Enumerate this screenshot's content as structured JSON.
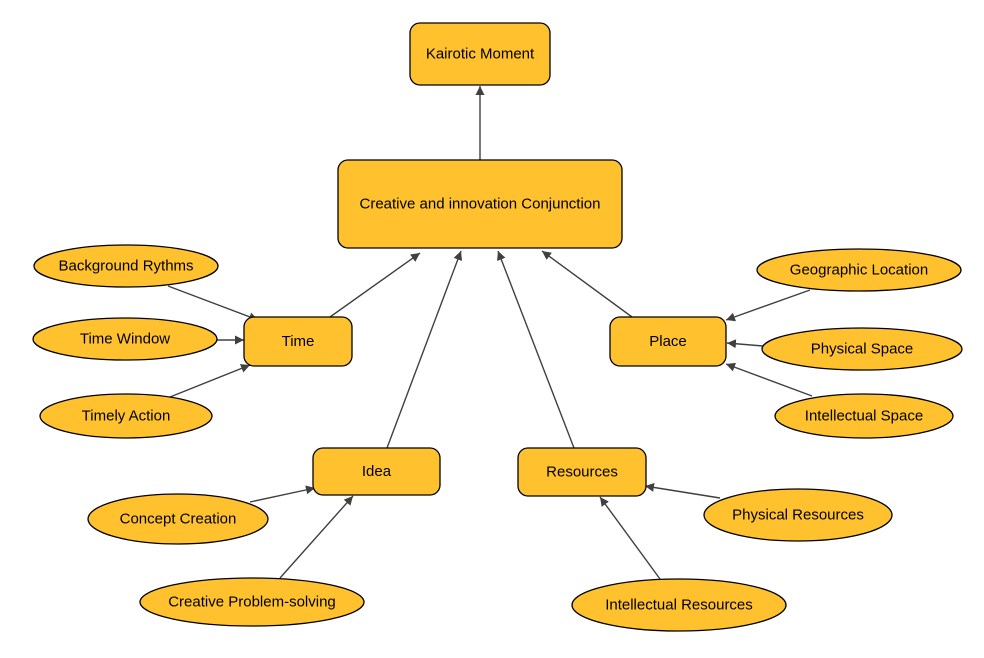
{
  "colors": {
    "node_fill": "#FFC22E",
    "node_stroke": "#000000",
    "edge": "#404040"
  },
  "nodes": {
    "kairotic": {
      "label": "Kairotic Moment",
      "shape": "rect"
    },
    "conjunction": {
      "label": "Creative and innovation Conjunction",
      "shape": "rect"
    },
    "time": {
      "label": "Time",
      "shape": "rect"
    },
    "place": {
      "label": "Place",
      "shape": "rect"
    },
    "idea": {
      "label": "Idea",
      "shape": "rect"
    },
    "resources": {
      "label": "Resources",
      "shape": "rect"
    },
    "background_rythms": {
      "label": "Background Rythms",
      "shape": "ellipse"
    },
    "time_window": {
      "label": "Time Window",
      "shape": "ellipse"
    },
    "timely_action": {
      "label": "Timely Action",
      "shape": "ellipse"
    },
    "geographic_location": {
      "label": "Geographic Location",
      "shape": "ellipse"
    },
    "physical_space": {
      "label": "Physical Space",
      "shape": "ellipse"
    },
    "intellectual_space": {
      "label": "Intellectual Space",
      "shape": "ellipse"
    },
    "concept_creation": {
      "label": "Concept Creation",
      "shape": "ellipse"
    },
    "creative_problem_solving": {
      "label": "Creative Problem-solving",
      "shape": "ellipse"
    },
    "physical_resources": {
      "label": "Physical Resources",
      "shape": "ellipse"
    },
    "intellectual_resources": {
      "label": "Intellectual Resources",
      "shape": "ellipse"
    }
  },
  "edges": [
    {
      "from": "conjunction",
      "to": "kairotic"
    },
    {
      "from": "time",
      "to": "conjunction"
    },
    {
      "from": "idea",
      "to": "conjunction"
    },
    {
      "from": "resources",
      "to": "conjunction"
    },
    {
      "from": "place",
      "to": "conjunction"
    },
    {
      "from": "background_rythms",
      "to": "time"
    },
    {
      "from": "time_window",
      "to": "time"
    },
    {
      "from": "timely_action",
      "to": "time"
    },
    {
      "from": "geographic_location",
      "to": "place"
    },
    {
      "from": "physical_space",
      "to": "place"
    },
    {
      "from": "intellectual_space",
      "to": "place"
    },
    {
      "from": "concept_creation",
      "to": "idea"
    },
    {
      "from": "creative_problem_solving",
      "to": "idea"
    },
    {
      "from": "physical_resources",
      "to": "resources"
    },
    {
      "from": "intellectual_resources",
      "to": "resources"
    }
  ]
}
